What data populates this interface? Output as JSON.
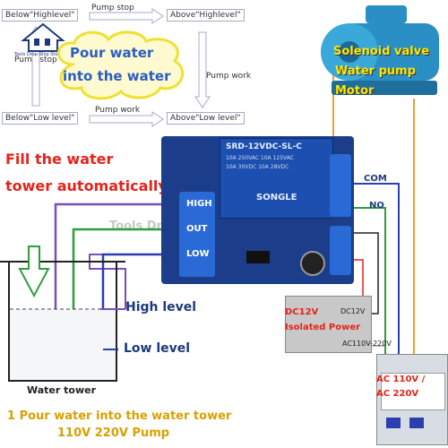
{
  "flow": {
    "top_left": "Below\"Highlevel\"",
    "pump_stop_top": "Pump stop",
    "top_right": "Above\"Highlevel\"",
    "pump_stop_left": "Pump stop",
    "pump_work_right": "Pump work",
    "bottom_left": "Below\"Low level\"",
    "pump_work_bottom": "Pump work",
    "bottom_right": "Above\"Low level\""
  },
  "cloud": {
    "line1": "Pour water",
    "line2": "into the water"
  },
  "logo": {
    "text": "Tools Drop-Ship Store"
  },
  "watermark": "Tools Drop",
  "title": {
    "line1": "Fill the water",
    "line2": "tower automatically"
  },
  "module": {
    "pins": [
      "HIGH",
      "OUT",
      "LOW"
    ],
    "relay_print": [
      "SRD-12VDC-SL-C",
      "10A 250VAC 10A 125VAC",
      "10A 30VDC 10A 28VDC",
      "SONGLE"
    ]
  },
  "relay_terminals": {
    "com": "COM",
    "no": "NO"
  },
  "pump": {
    "line1": "Solenoid valve",
    "line2": "Water pump",
    "line3": "Motor"
  },
  "power": {
    "line1": "DC12V",
    "line2": "Isolated Power",
    "dc_label": "DC12V",
    "ac_label": "AC110V-220V"
  },
  "breaker": {
    "line1": "AC 110V /",
    "line2": "AC 220V"
  },
  "tower": {
    "high_level": "High level",
    "low_level": "Low level",
    "caption": "Water tower"
  },
  "bottom": {
    "line1": "1 Pour water into the water tower",
    "line2": "110V 220V Pump"
  },
  "colors": {
    "red": "#e4241b",
    "wire_purple": "#7b4fb5",
    "wire_green": "#2e9e3c",
    "wire_blue": "#2a3fb0",
    "wire_orange": "#f0a030",
    "board": "#1b3d8a",
    "relay": "#1c4fb0"
  }
}
